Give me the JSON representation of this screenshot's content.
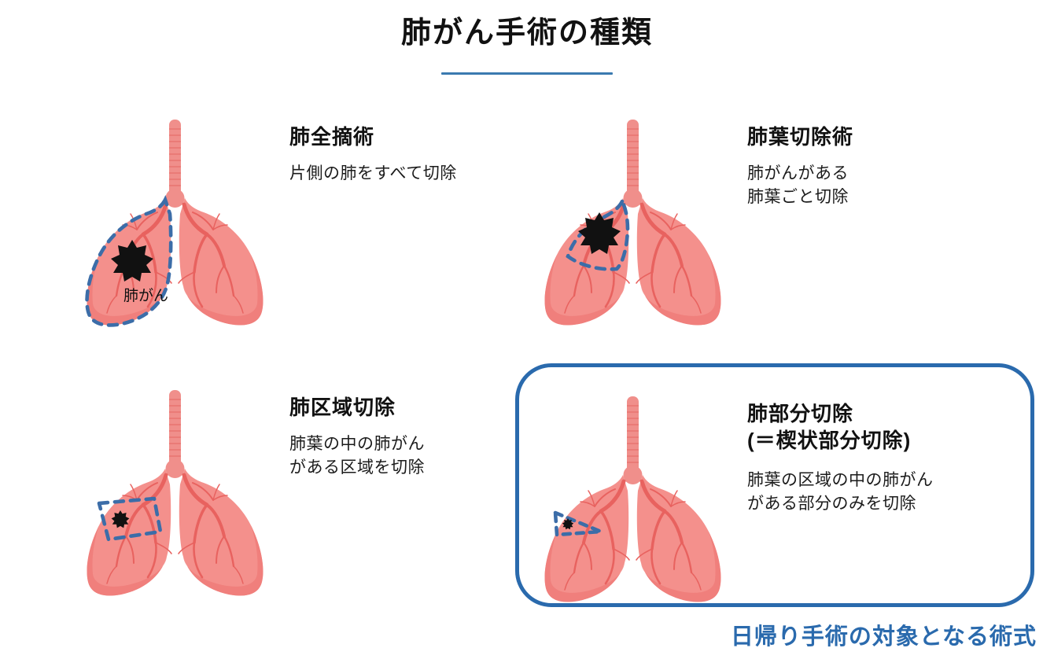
{
  "header": {
    "title": "肺がん手術の種類",
    "rule_color": "#3a7ab0"
  },
  "colors": {
    "lung_fill": "#f4908c",
    "lung_shade": "#ef7c79",
    "lung_vessel": "#e8625f",
    "trachea": "#f08f8b",
    "dashed_outline": "#3c6da8",
    "highlight_border": "#2a6aad",
    "tumor": "#111111",
    "accent_text": "#2a6aad"
  },
  "panels": [
    {
      "id": "pneumonectomy",
      "heading": "肺全摘術",
      "description": "片側の肺をすべて切除",
      "figure": {
        "resection_type": "whole-left-lung",
        "tumor_label": "肺がん",
        "tumor_size": "large"
      }
    },
    {
      "id": "lobectomy",
      "heading": "肺葉切除術",
      "description": "肺がんがある\n肺葉ごと切除",
      "figure": {
        "resection_type": "upper-lobe",
        "tumor_label": "",
        "tumor_size": "large"
      }
    },
    {
      "id": "segmentectomy",
      "heading": "肺区域切除",
      "description": "肺葉の中の肺がん\nがある区域を切除",
      "figure": {
        "resection_type": "segment",
        "tumor_label": "",
        "tumor_size": "small"
      }
    },
    {
      "id": "wedge",
      "heading": "肺部分切除\n(＝楔状部分切除)",
      "description": "肺葉の区域の中の肺がん\nがある部分のみを切除",
      "figure": {
        "resection_type": "wedge",
        "tumor_label": "",
        "tumor_size": "tiny"
      },
      "highlighted": true
    }
  ],
  "footer": {
    "note": "日帰り手術の対象となる術式"
  }
}
